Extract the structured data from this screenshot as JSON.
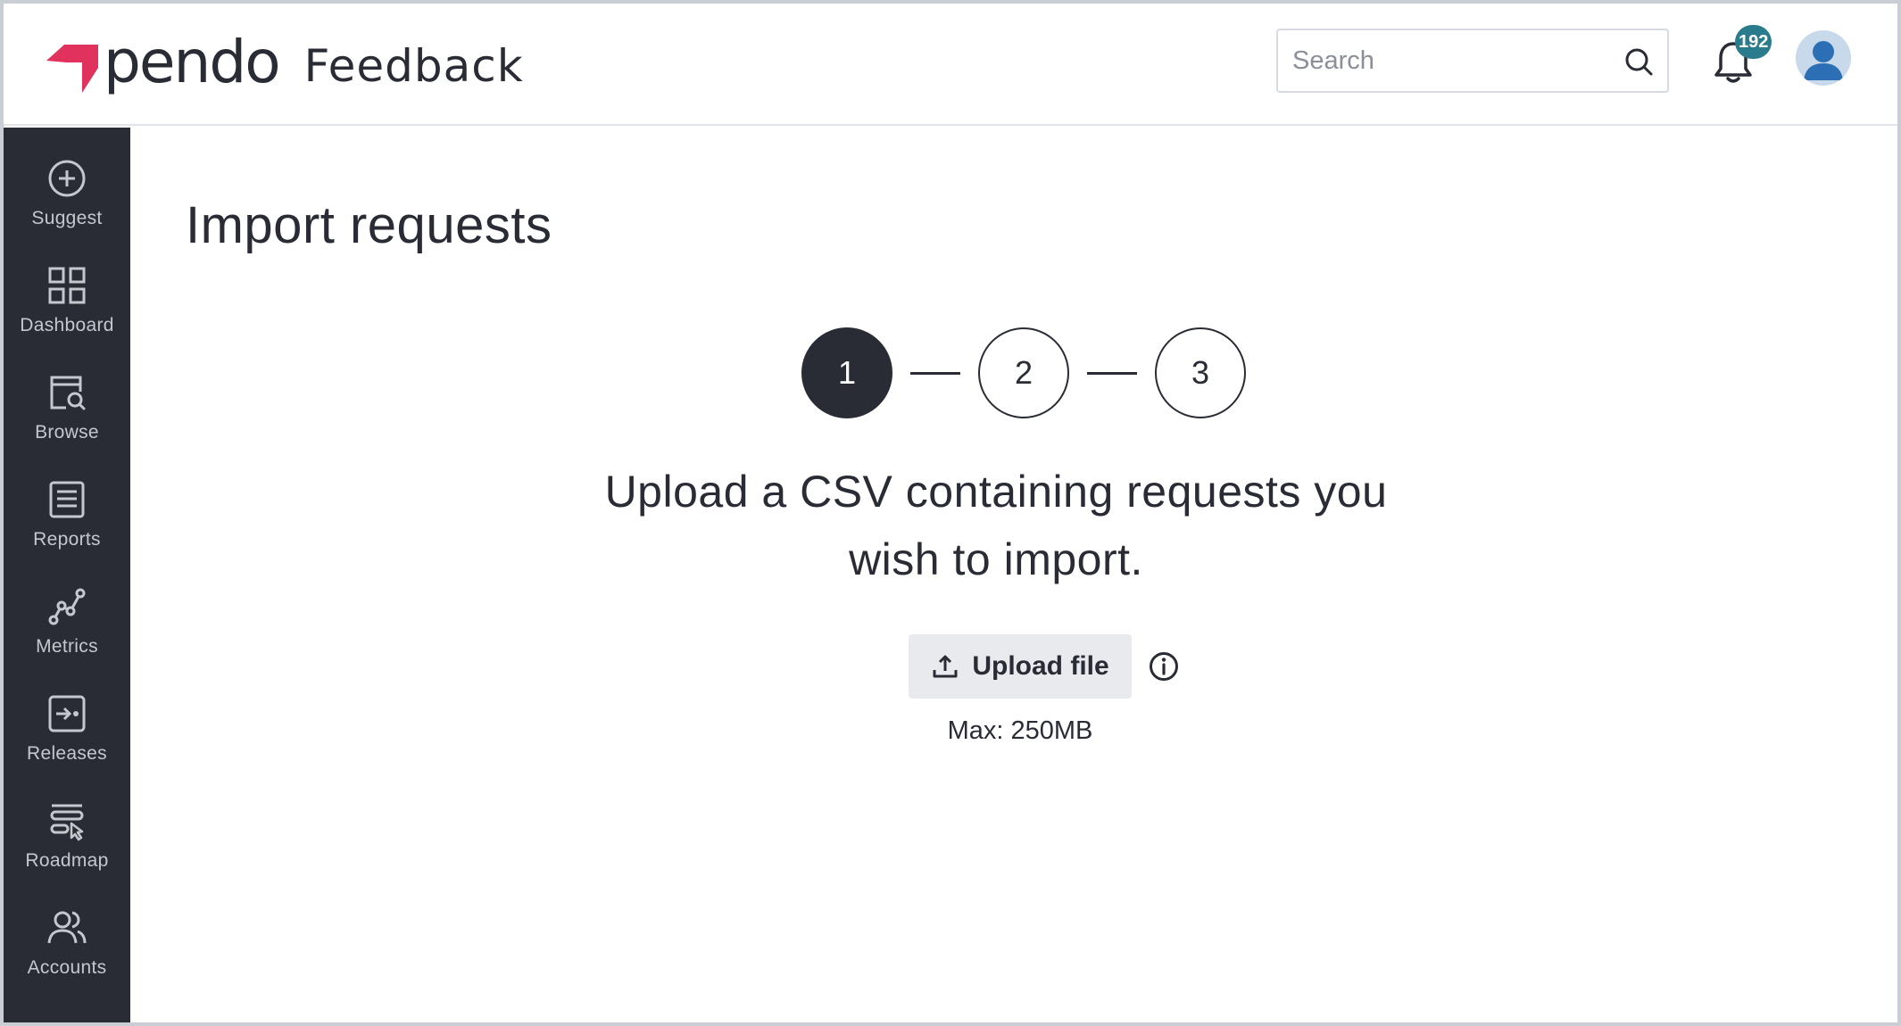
{
  "header": {
    "brand": "pendo",
    "product": "Feedback",
    "search": {
      "placeholder": "Search",
      "value": ""
    },
    "notifications": {
      "count": "192"
    }
  },
  "sidebar": {
    "items": [
      {
        "label": "Suggest",
        "icon": "plus-circle-icon"
      },
      {
        "label": "Dashboard",
        "icon": "grid-icon"
      },
      {
        "label": "Browse",
        "icon": "browse-icon"
      },
      {
        "label": "Reports",
        "icon": "reports-icon"
      },
      {
        "label": "Metrics",
        "icon": "metrics-icon"
      },
      {
        "label": "Releases",
        "icon": "releases-icon"
      },
      {
        "label": "Roadmap",
        "icon": "roadmap-icon"
      },
      {
        "label": "Accounts",
        "icon": "accounts-icon"
      }
    ]
  },
  "main": {
    "title": "Import requests",
    "steps": [
      "1",
      "2",
      "3"
    ],
    "active_step": 1,
    "instructions": "Upload a CSV containing requests you wish to import.",
    "upload_label": "Upload file",
    "max_size": "Max: 250MB"
  },
  "colors": {
    "sidebar_bg": "#2a2c35",
    "text": "#2a2c35",
    "badge": "#2a7b8c",
    "brand_mark": "#e0325c",
    "button_bg": "#e9eaee"
  }
}
